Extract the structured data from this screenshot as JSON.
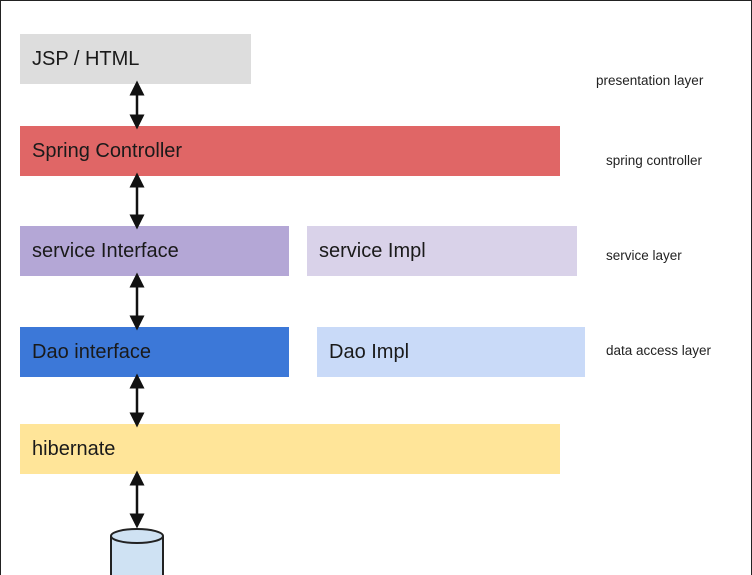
{
  "boxes": {
    "jsp_html": {
      "label": "JSP / HTML",
      "color": "#dddddd"
    },
    "spring_controller": {
      "label": "Spring Controller",
      "color": "#e06666"
    },
    "service_interface": {
      "label": "service Interface",
      "color": "#b4a7d6"
    },
    "service_impl": {
      "label": "service Impl",
      "color": "#d9d2e9"
    },
    "dao_interface": {
      "label": "Dao interface",
      "color": "#3c78d8"
    },
    "dao_impl": {
      "label": "Dao Impl",
      "color": "#c9daf8"
    },
    "hibernate": {
      "label": "hibernate",
      "color": "#ffe599"
    }
  },
  "layers": {
    "presentation": "presentation layer",
    "spring_controller": "spring controller",
    "service": "service layer",
    "data_access": "data access layer"
  },
  "icons": [
    "bidirectional-arrow-icon",
    "database-icon"
  ]
}
